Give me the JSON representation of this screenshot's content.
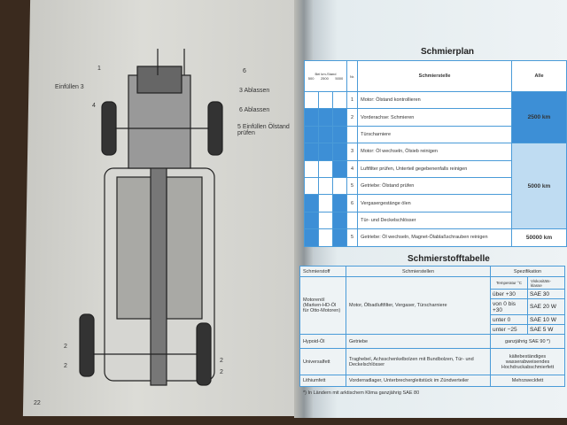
{
  "left_page": {
    "page_number": "22",
    "labels": [
      {
        "id": "1",
        "text": "1"
      },
      {
        "id": "einfuellen3",
        "text": "Einfüllen  3"
      },
      {
        "id": "4",
        "text": "4"
      },
      {
        "id": "6a",
        "text": "6"
      },
      {
        "id": "ablassen3",
        "text": "3  Ablassen"
      },
      {
        "id": "ablassen6",
        "text": "6  Ablassen"
      },
      {
        "id": "einfuellen5",
        "text": "5  Einfüllen Ölstand prüfen"
      },
      {
        "id": "2a",
        "text": "2"
      },
      {
        "id": "2b",
        "text": "2"
      },
      {
        "id": "2c",
        "text": "2"
      },
      {
        "id": "2d",
        "text": "2"
      }
    ]
  },
  "schmierplan": {
    "title": "Schmierplan",
    "head_interval": "Bei km-Stand",
    "intervals": [
      "500",
      "2500",
      "5000"
    ],
    "head_nr": "Nr.",
    "head_stelle": "Schmierstelle",
    "head_alle": "Alle",
    "rows": [
      {
        "nr": "1",
        "text": "Motor: Ölstand kontrollieren",
        "marks": [
          "w",
          "w",
          "w"
        ]
      },
      {
        "nr": "2",
        "text": "Vorderachse: Schmieren",
        "marks": [
          "b",
          "b",
          "b"
        ]
      },
      {
        "nr": "",
        "text": "Türscharniere",
        "marks": [
          "b",
          "b",
          "b"
        ]
      },
      {
        "nr": "3",
        "text": "Motor: Öl wechseln, Ölsieb reinigen",
        "marks": [
          "b",
          "b",
          "b"
        ]
      },
      {
        "nr": "4",
        "text": "Luftfilter prüfen, Unterteil gegebenenfalls reinigen",
        "marks": [
          "w",
          "w",
          "b"
        ]
      },
      {
        "nr": "5",
        "text": "Getriebe: Ölstand prüfen",
        "marks": [
          "w",
          "w",
          "w"
        ]
      },
      {
        "nr": "6",
        "text": "Vergasergestänge ölen",
        "marks": [
          "b",
          "w",
          "b"
        ]
      },
      {
        "nr": "",
        "text": "Tür- und Deckelschlösser",
        "marks": [
          "b",
          "w",
          "b"
        ]
      },
      {
        "nr": "5",
        "text": "Getriebe: Öl wechseln, Magnet-Ölablaßschrauben reinigen",
        "marks": [
          "b",
          "w",
          "b"
        ]
      }
    ],
    "alle": [
      "2500 km",
      "5000 km",
      "50000 km"
    ]
  },
  "schmierstoff": {
    "title": "Schmierstofftabelle",
    "headers": [
      "Schmierstoff",
      "Schmierstellen",
      "Spezifikation"
    ],
    "sub_headers": [
      "Temperatur °C",
      "Viskositäts-klasse"
    ],
    "motoroel": {
      "name": "Motorenöl (Marken-HD-Öl für Otto-Motoren)",
      "stellen": "Motor, Ölbadluftfilter, Vergaser, Türscharniere",
      "spec": [
        [
          "über +30",
          "SAE 30"
        ],
        [
          "von 0 bis +30",
          "SAE 20 W"
        ],
        [
          "unter 0",
          "SAE 10 W"
        ],
        [
          "unter −25",
          "SAE 5 W"
        ]
      ]
    },
    "rows": [
      {
        "name": "Hypoid-Öl",
        "stellen": "Getriebe",
        "spec": "ganzjährig SAE 90 *)"
      },
      {
        "name": "Universalfett",
        "stellen": "Traghebel, Achsschenkelbolzen mit Bundbolzen, Tür- und Deckelschlösser",
        "spec": "kältebeständiges wasserabweisendes Hochdruckabschmierfett"
      },
      {
        "name": "Lithiumfett",
        "stellen": "Vorderradlager, Unterbrechergleitstück im Zündverteiler",
        "spec": "Mehrzweckfett"
      }
    ],
    "footnote": "*) In Ländern mit arktischem Klima ganzjährig SAE 80"
  }
}
